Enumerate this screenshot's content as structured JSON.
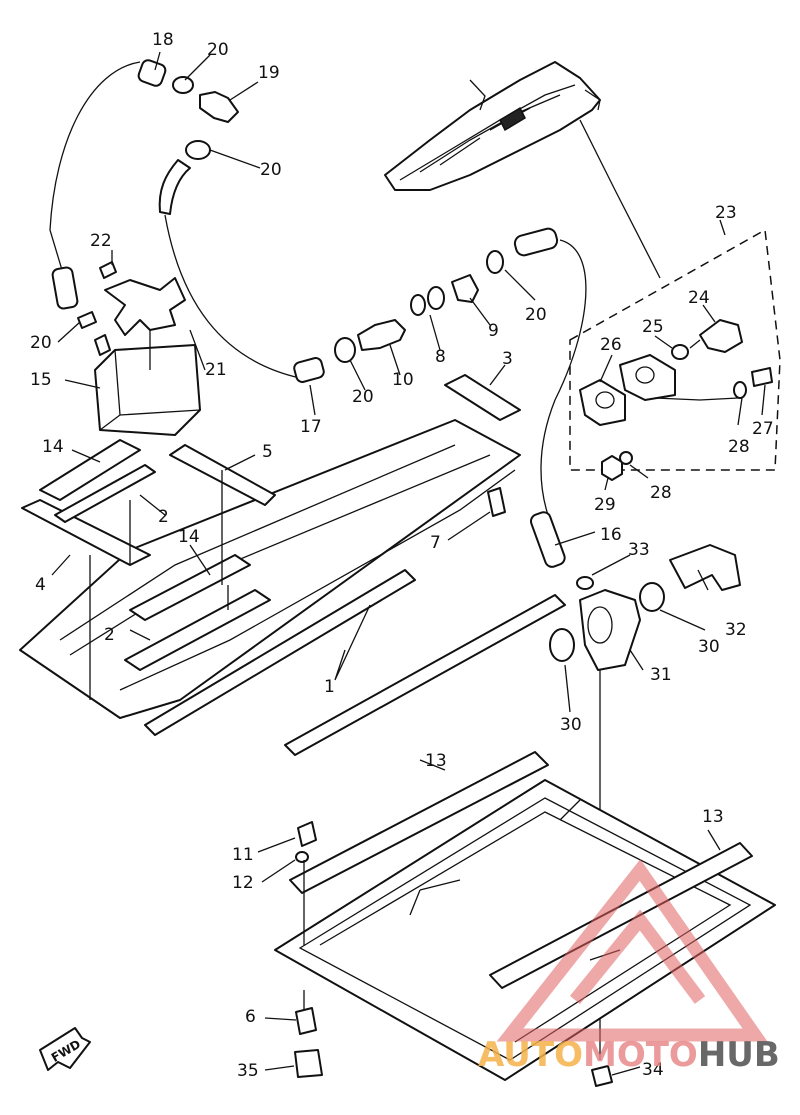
{
  "callouts": {
    "c1": "1",
    "c2a": "2",
    "c2b": "2",
    "c3": "3",
    "c4": "4",
    "c5": "5",
    "c6": "6",
    "c7": "7",
    "c8": "8",
    "c9": "9",
    "c10": "10",
    "c11": "11",
    "c12": "12",
    "c13a": "13",
    "c13b": "13",
    "c14a": "14",
    "c14b": "14",
    "c15": "15",
    "c16": "16",
    "c17": "17",
    "c18": "18",
    "c19": "19",
    "c20a": "20",
    "c20b": "20",
    "c20c": "20",
    "c20d": "20",
    "c20e": "20",
    "c21": "21",
    "c22": "22",
    "c23": "23",
    "c24": "24",
    "c25": "25",
    "c26": "26",
    "c27": "27",
    "c28a": "28",
    "c28b": "28",
    "c29": "29",
    "c30a": "30",
    "c30b": "30",
    "c31": "31",
    "c32": "32",
    "c33": "33",
    "c34": "34",
    "c35": "35"
  },
  "fwd_label": "FWD",
  "watermark": {
    "part1": "AUTO",
    "part2": "MOTO",
    "part3": "HUB",
    "color1": "#f5b14a",
    "color2": "#e88a8a",
    "color3": "#4d4d4d"
  }
}
